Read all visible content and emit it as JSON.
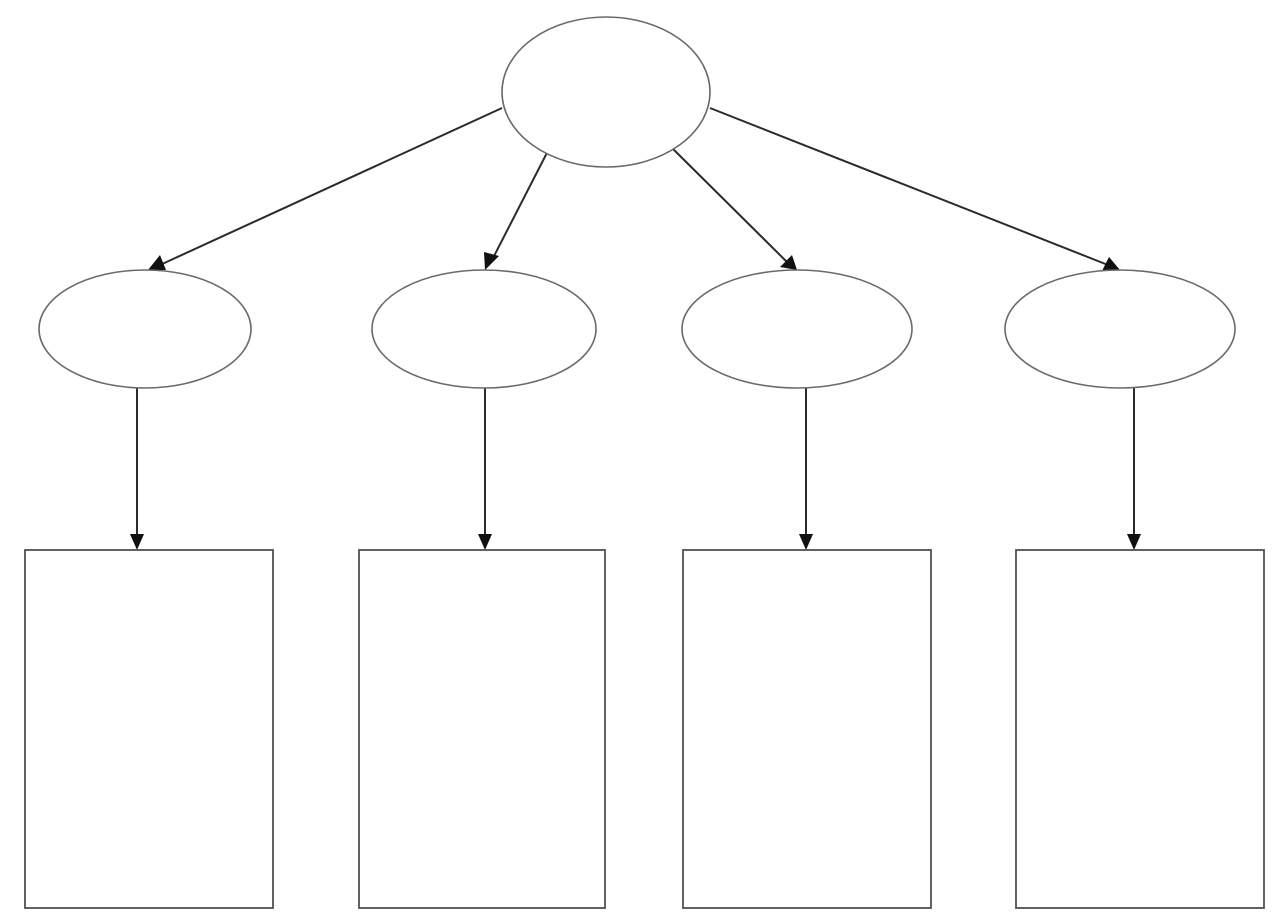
{
  "diagram": {
    "root": {
      "id": "root",
      "label": ""
    },
    "children": [
      {
        "id": "child-1",
        "label": "",
        "box_label": ""
      },
      {
        "id": "child-2",
        "label": "",
        "box_label": ""
      },
      {
        "id": "child-3",
        "label": "",
        "box_label": ""
      },
      {
        "id": "child-4",
        "label": "",
        "box_label": ""
      }
    ],
    "colors": {
      "background": "#ffffff",
      "node_stroke": "#6a6a6a",
      "box_stroke": "#505050",
      "edge": "#2b2b2b"
    }
  }
}
